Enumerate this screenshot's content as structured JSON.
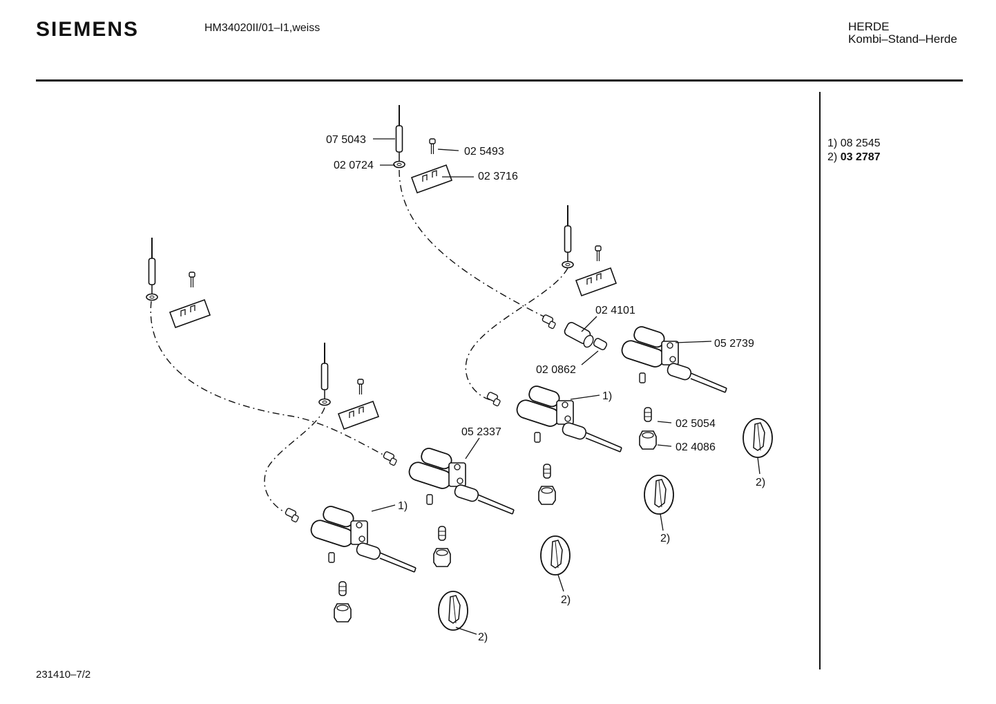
{
  "header": {
    "brand": "SIEMENS",
    "model": "HM34020II/01–I1,weiss",
    "category_line1": "HERDE",
    "category_line2": "Kombi–Stand–Herde"
  },
  "notes": {
    "note1_marker": "1)",
    "note1_part": "08 2545",
    "note2_marker": "2)",
    "note2_part": "03 2787"
  },
  "labels": {
    "p075043": "07 5043",
    "p025493": "02 5493",
    "p020724": "02 0724",
    "p023716": "02 3716",
    "p024101": "02 4101",
    "p020862": "02 0862",
    "p052739": "05 2739",
    "p052337": "05 2337",
    "p025054": "02 5054",
    "p024086": "02 4086",
    "ref1": "1)",
    "ref2": "2)"
  },
  "footer": {
    "doc_number": "231410–7/2"
  }
}
